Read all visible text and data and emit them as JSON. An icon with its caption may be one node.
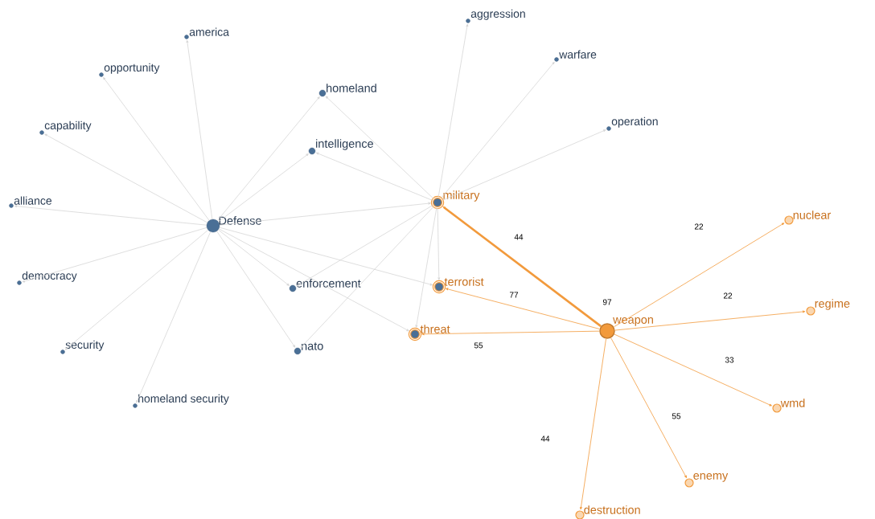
{
  "diagram": {
    "nodes": [
      {
        "text": [
          "america"
        ]
      },
      {
        "text": [
          "aggression"
        ]
      },
      {
        "text": [
          "opportunity"
        ]
      },
      {
        "text": [
          "warfare"
        ]
      },
      {
        "text": [
          "homeland"
        ]
      },
      {
        "text": [
          "capability"
        ]
      },
      {
        "text": [
          "operation"
        ]
      },
      {
        "text": [
          "intelligence"
        ]
      },
      {
        "text": [
          "alliance"
        ]
      },
      {
        "text": [
          "Defense"
        ]
      },
      {
        "text": [
          "military"
        ]
      },
      {
        "text": [
          "nuclear"
        ]
      },
      {
        "text": [
          "democracy"
        ]
      },
      {
        "text": [
          "terrorist"
        ]
      },
      {
        "text": [
          "enforcement"
        ]
      },
      {
        "text": [
          "regime"
        ]
      },
      {
        "text": [
          "weapon"
        ]
      },
      {
        "text": [
          "threat"
        ]
      },
      {
        "text": [
          "security"
        ]
      },
      {
        "text": [
          "nato"
        ]
      },
      {
        "text": [
          "wmd"
        ]
      },
      {
        "text": [
          "homeland security"
        ]
      },
      {
        "text": [
          "enemy"
        ]
      },
      {
        "text": [
          "destruction"
        ]
      }
    ],
    "edges": [
      {
        "from": 9,
        "to": 0,
        "arrow": "to"
      },
      {
        "from": 9,
        "to": 2,
        "arrow": "to"
      },
      {
        "from": 9,
        "to": 5,
        "arrow": "to"
      },
      {
        "from": 9,
        "to": 8,
        "arrow": "to"
      },
      {
        "from": 9,
        "to": 12,
        "arrow": "to"
      },
      {
        "from": 9,
        "to": 18,
        "arrow": "to"
      },
      {
        "from": 9,
        "to": 21,
        "arrow": "to"
      },
      {
        "from": 9,
        "to": 4,
        "arrow": "to"
      },
      {
        "from": 9,
        "to": 7,
        "arrow": "to"
      },
      {
        "from": 9,
        "to": 10,
        "arrow": "to"
      },
      {
        "from": 9,
        "to": 13,
        "arrow": "to"
      },
      {
        "from": 9,
        "to": 14,
        "arrow": "to"
      },
      {
        "from": 9,
        "to": 17,
        "arrow": "to"
      },
      {
        "from": 9,
        "to": 19,
        "arrow": "to"
      },
      {
        "from": 10,
        "to": 1,
        "arrow": "to"
      },
      {
        "from": 10,
        "to": 3,
        "arrow": "to"
      },
      {
        "from": 10,
        "to": 6,
        "arrow": "to"
      },
      {
        "from": 10,
        "to": 4,
        "arrow": "to"
      },
      {
        "from": 10,
        "to": 7,
        "arrow": "to"
      },
      {
        "from": 10,
        "to": 14,
        "arrow": "to"
      },
      {
        "from": 10,
        "to": 19,
        "arrow": "to"
      },
      {
        "from": 10,
        "to": 13,
        "arrow": "to"
      },
      {
        "from": 10,
        "to": 17,
        "arrow": "to"
      },
      {
        "from": 16,
        "to": 10,
        "arrow": "to",
        "style": "thick",
        "color": "#f29a3c"
      },
      {
        "from": 16,
        "to": 13,
        "arrow": "to",
        "color": "#f29a3c"
      },
      {
        "from": 16,
        "to": 17,
        "arrow": "to",
        "color": "#f29a3c"
      },
      {
        "from": 16,
        "to": 11,
        "arrow": "to",
        "color": "#f29a3c"
      },
      {
        "from": 16,
        "to": 15,
        "arrow": "to",
        "color": "#f29a3c"
      },
      {
        "from": 16,
        "to": 20,
        "arrow": "to",
        "color": "#f29a3c"
      },
      {
        "from": 16,
        "to": 22,
        "arrow": "to",
        "color": "#f29a3c"
      },
      {
        "from": 16,
        "to": 23,
        "arrow": "to",
        "color": "#f29a3c"
      }
    ],
    "labels": [
      "22",
      "44",
      "77",
      "22",
      "97",
      "55",
      "33",
      "55",
      "44"
    ]
  }
}
